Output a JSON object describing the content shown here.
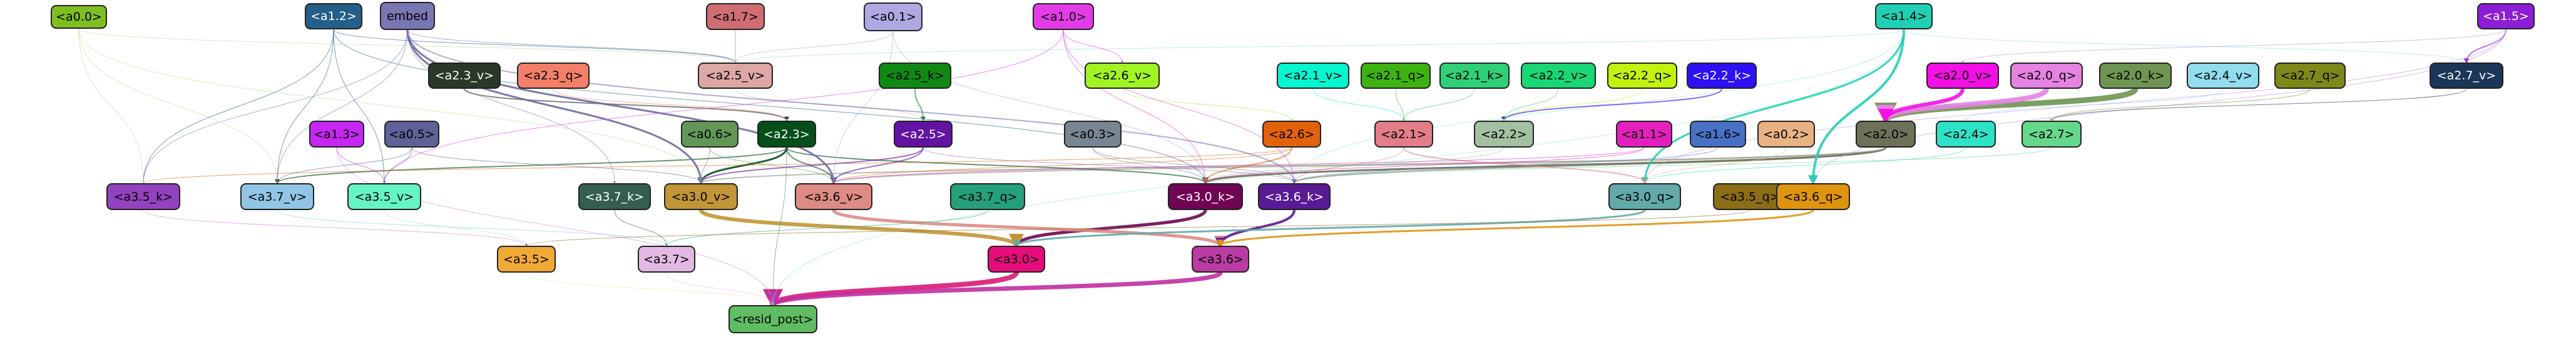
{
  "graph": {
    "nodes": [
      {
        "id": "a0_0",
        "label": "<a0.0>",
        "fill": "#7fbe1f",
        "text": "#000000"
      },
      {
        "id": "a1_2",
        "label": "<a1.2>",
        "fill": "#245e89",
        "text": "#ffffff"
      },
      {
        "id": "embed",
        "label": "embed",
        "fill": "#7a76b4",
        "text": "#000000"
      },
      {
        "id": "a1_7",
        "label": "<a1.7>",
        "fill": "#cf6d73",
        "text": "#000000"
      },
      {
        "id": "a0_1",
        "label": "<a0.1>",
        "fill": "#aea8e3",
        "text": "#000000"
      },
      {
        "id": "a1_0",
        "label": "<a1.0>",
        "fill": "#e33ce6",
        "text": "#000000"
      },
      {
        "id": "a1_4",
        "label": "<a1.4>",
        "fill": "#21d0b4",
        "text": "#000000"
      },
      {
        "id": "a1_5",
        "label": "<a1.5>",
        "fill": "#8d1ed5",
        "text": "#ffffff"
      },
      {
        "id": "a2_3_v",
        "label": "<a2.3_v>",
        "fill": "#2a3828",
        "text": "#ffffff"
      },
      {
        "id": "a2_3_q",
        "label": "<a2.3_q>",
        "fill": "#f47f69",
        "text": "#000000"
      },
      {
        "id": "a2_5_v",
        "label": "<a2.5_v>",
        "fill": "#dca7a4",
        "text": "#000000"
      },
      {
        "id": "a2_5_k",
        "label": "<a2.5_k>",
        "fill": "#108914",
        "text": "#000000"
      },
      {
        "id": "a2_6_v",
        "label": "<a2.6_v>",
        "fill": "#a1f423",
        "text": "#000000"
      },
      {
        "id": "a2_1_v",
        "label": "<a2.1_v>",
        "fill": "#05f6d1",
        "text": "#000000"
      },
      {
        "id": "a2_1_q",
        "label": "<a2.1_q>",
        "fill": "#3db312",
        "text": "#000000"
      },
      {
        "id": "a2_1_k",
        "label": "<a2.1_k>",
        "fill": "#2fd078",
        "text": "#000000"
      },
      {
        "id": "a2_2_v",
        "label": "<a2.2_v>",
        "fill": "#19d774",
        "text": "#000000"
      },
      {
        "id": "a2_2_q",
        "label": "<a2.2_q>",
        "fill": "#c2f20f",
        "text": "#000000"
      },
      {
        "id": "a2_2_k",
        "label": "<a2.2_k>",
        "fill": "#2d10f3",
        "text": "#ffffff"
      },
      {
        "id": "a2_0_v",
        "label": "<a2.0_v>",
        "fill": "#f30fe5",
        "text": "#000000"
      },
      {
        "id": "a2_0_q",
        "label": "<a2.0_q>",
        "fill": "#e682e2",
        "text": "#000000"
      },
      {
        "id": "a2_0_k",
        "label": "<a2.0_k>",
        "fill": "#6f9552",
        "text": "#000000"
      },
      {
        "id": "a2_4_v",
        "label": "<a2.4_v>",
        "fill": "#91ddee",
        "text": "#000000"
      },
      {
        "id": "a2_7_q",
        "label": "<a2.7_q>",
        "fill": "#7d8819",
        "text": "#000000"
      },
      {
        "id": "a2_7_v",
        "label": "<a2.7_v>",
        "fill": "#1b3656",
        "text": "#ffffff"
      },
      {
        "id": "a1_3",
        "label": "<a1.3>",
        "fill": "#c627f2",
        "text": "#000000"
      },
      {
        "id": "a0_5",
        "label": "<a0.5>",
        "fill": "#5f6298",
        "text": "#000000"
      },
      {
        "id": "a0_6",
        "label": "<a0.6>",
        "fill": "#629758",
        "text": "#000000"
      },
      {
        "id": "a2_3",
        "label": "<a2.3>",
        "fill": "#064f1b",
        "text": "#ffffff"
      },
      {
        "id": "a2_5",
        "label": "<a2.5>",
        "fill": "#6213a1",
        "text": "#ffffff"
      },
      {
        "id": "a0_3",
        "label": "<a0.3>",
        "fill": "#788592",
        "text": "#000000"
      },
      {
        "id": "a2_6",
        "label": "<a2.6>",
        "fill": "#e2620c",
        "text": "#000000"
      },
      {
        "id": "a2_1",
        "label": "<a2.1>",
        "fill": "#e47d8a",
        "text": "#000000"
      },
      {
        "id": "a2_2",
        "label": "<a2.2>",
        "fill": "#a3c0a1",
        "text": "#000000"
      },
      {
        "id": "a1_1",
        "label": "<a1.1>",
        "fill": "#e320bd",
        "text": "#000000"
      },
      {
        "id": "a1_6",
        "label": "<a1.6>",
        "fill": "#4870c5",
        "text": "#000000"
      },
      {
        "id": "a0_2",
        "label": "<a0.2>",
        "fill": "#e8b283",
        "text": "#000000"
      },
      {
        "id": "a2_0",
        "label": "<a2.0>",
        "fill": "#6c7158",
        "text": "#000000"
      },
      {
        "id": "a2_4",
        "label": "<a2.4>",
        "fill": "#2de2c6",
        "text": "#000000"
      },
      {
        "id": "a2_7",
        "label": "<a2.7>",
        "fill": "#66d88a",
        "text": "#000000"
      },
      {
        "id": "a3_5_k",
        "label": "<a3.5_k>",
        "fill": "#9342c0",
        "text": "#000000"
      },
      {
        "id": "a3_7_v",
        "label": "<a3.7_v>",
        "fill": "#91c5e6",
        "text": "#000000"
      },
      {
        "id": "a3_5_v",
        "label": "<a3.5_v>",
        "fill": "#65f4c3",
        "text": "#000000"
      },
      {
        "id": "a3_7_k",
        "label": "<a3.7_k>",
        "fill": "#345e52",
        "text": "#ffffff"
      },
      {
        "id": "a3_0_v",
        "label": "<a3.0_v>",
        "fill": "#c29536",
        "text": "#000000"
      },
      {
        "id": "a3_6_v",
        "label": "<a3.6_v>",
        "fill": "#de8a85",
        "text": "#000000"
      },
      {
        "id": "a3_7_q",
        "label": "<a3.7_q>",
        "fill": "#24a07a",
        "text": "#000000"
      },
      {
        "id": "a3_0_k",
        "label": "<a3.0_k>",
        "fill": "#6f0553",
        "text": "#ffffff"
      },
      {
        "id": "a3_6_k",
        "label": "<a3.6_k>",
        "fill": "#591a96",
        "text": "#ffffff"
      },
      {
        "id": "a3_0_q",
        "label": "<a3.0_q>",
        "fill": "#63a9a9",
        "text": "#000000"
      },
      {
        "id": "a3_5_q",
        "label": "<a3.5_q>",
        "fill": "#8a6d16",
        "text": "#000000"
      },
      {
        "id": "a3_6_q",
        "label": "<a3.6_q>",
        "fill": "#df940f",
        "text": "#000000"
      },
      {
        "id": "a3_5",
        "label": "<a3.5>",
        "fill": "#f1a935",
        "text": "#000000"
      },
      {
        "id": "a3_7",
        "label": "<a3.7>",
        "fill": "#e1b9e2",
        "text": "#000000"
      },
      {
        "id": "a3_0",
        "label": "<a3.0>",
        "fill": "#e50d7a",
        "text": "#000000"
      },
      {
        "id": "a3_6",
        "label": "<a3.6>",
        "fill": "#bb3ba4",
        "text": "#000000"
      },
      {
        "id": "resid_post",
        "label": "<resid_post>",
        "fill": "#5fbc62",
        "text": "#000000"
      }
    ],
    "edges": [
      {
        "from": "a3_0",
        "to": "resid_post",
        "color": "#d81a77",
        "weight": 8
      },
      {
        "from": "a3_6",
        "to": "resid_post",
        "color": "#c02fa2",
        "weight": 7
      },
      {
        "from": "a3_0_k",
        "to": "a3_0",
        "color": "#6f0553",
        "weight": 5
      },
      {
        "from": "a3_0_v",
        "to": "a3_0",
        "color": "#c29536",
        "weight": 6
      },
      {
        "from": "a3_6_v",
        "to": "a3_6",
        "color": "#de8a85",
        "weight": 5
      },
      {
        "from": "a3_6_k",
        "to": "a3_6",
        "color": "#591a96",
        "weight": 4
      },
      {
        "from": "a3_6_q",
        "to": "a3_6",
        "color": "#df940f",
        "weight": 3
      },
      {
        "from": "a3_0_q",
        "to": "a3_0",
        "color": "#63a9a9",
        "weight": 3
      },
      {
        "from": "a3_5",
        "to": "resid_post",
        "color": "#f1e1a0",
        "weight": 1
      },
      {
        "from": "a3_7",
        "to": "resid_post",
        "color": "#e1b9e2",
        "weight": 1
      },
      {
        "from": "a1_3",
        "to": "resid_post",
        "color": "#d58ae3",
        "weight": 1
      },
      {
        "from": "a2_3",
        "to": "resid_post",
        "color": "#4d8a5f",
        "weight": 1
      },
      {
        "from": "a1_4",
        "to": "resid_post",
        "color": "#8ee6d6",
        "weight": 1
      },
      {
        "from": "a3_5_k",
        "to": "a3_5",
        "color": "#c48ad8",
        "weight": 1
      },
      {
        "from": "a3_5_v",
        "to": "a3_5",
        "color": "#9ae8d0",
        "weight": 1
      },
      {
        "from": "a3_5_q",
        "to": "a3_5",
        "color": "#8a6d16",
        "weight": 1
      },
      {
        "from": "a3_7_k",
        "to": "a3_7",
        "color": "#345e52",
        "weight": 1
      },
      {
        "from": "a3_7_v",
        "to": "a3_7",
        "color": "#91c5e6",
        "weight": 1
      },
      {
        "from": "a3_7_q",
        "to": "a3_7",
        "color": "#24a07a",
        "weight": 1
      },
      {
        "from": "a2_0",
        "to": "a3_0_k",
        "color": "#6c7158",
        "weight": 3
      },
      {
        "from": "a2_0",
        "to": "a3_6_k",
        "color": "#6c7158",
        "weight": 2
      },
      {
        "from": "a2_0",
        "to": "a3_0_v",
        "color": "#8f937f",
        "weight": 2
      },
      {
        "from": "a2_0",
        "to": "a3_6_v",
        "color": "#8f937f",
        "weight": 2
      },
      {
        "from": "a2_0_k",
        "to": "a2_0",
        "color": "#6f9552",
        "weight": 9
      },
      {
        "from": "a2_0_q",
        "to": "a2_0",
        "color": "#e682e2",
        "weight": 8
      },
      {
        "from": "a2_0_v",
        "to": "a2_0",
        "color": "#f30fe5",
        "weight": 6
      },
      {
        "from": "a1_4",
        "to": "a3_6_q",
        "color": "#21d0b4",
        "weight": 4
      },
      {
        "from": "a1_4",
        "to": "a3_0_q",
        "color": "#21d0b4",
        "weight": 3
      },
      {
        "from": "a1_4",
        "to": "a2_5_v",
        "color": "#8ee6d6",
        "weight": 1
      },
      {
        "from": "a1_4",
        "to": "a2_7_v",
        "color": "#8ee6d6",
        "weight": 1
      },
      {
        "from": "a1_4",
        "to": "a3_6_k",
        "color": "#8ee6d6",
        "weight": 1
      },
      {
        "from": "a1_5",
        "to": "a2_7_v",
        "color": "#8d1ed5",
        "weight": 2
      },
      {
        "from": "a1_5",
        "to": "a3_6_q",
        "color": "#c08ce5",
        "weight": 1
      },
      {
        "from": "a1_5",
        "to": "a2_0_v",
        "color": "#c08ce5",
        "weight": 1
      },
      {
        "from": "a1_5",
        "to": "a3_0_q",
        "color": "#c08ce5",
        "weight": 1
      },
      {
        "from": "a2_7_v",
        "to": "a2_7",
        "color": "#1b3656",
        "weight": 1
      },
      {
        "from": "a2_7_q",
        "to": "a2_7",
        "color": "#7d8819",
        "weight": 1
      },
      {
        "from": "a2_7",
        "to": "a3_6_k",
        "color": "#66d88a",
        "weight": 1
      },
      {
        "from": "a2_4",
        "to": "a3_0_q",
        "color": "#2de2c6",
        "weight": 1
      },
      {
        "from": "a2_4_v",
        "to": "a2_4",
        "color": "#91ddee",
        "weight": 1
      },
      {
        "from": "a2_3",
        "to": "a3_0_v",
        "color": "#064f1b",
        "weight": 3
      },
      {
        "from": "a2_3",
        "to": "a3_6_v",
        "color": "#064f1b",
        "weight": 2
      },
      {
        "from": "a2_3",
        "to": "a3_7_v",
        "color": "#064f1b",
        "weight": 2
      },
      {
        "from": "a2_3",
        "to": "a3_0_k",
        "color": "#064f1b",
        "weight": 2
      },
      {
        "from": "a2_3_v",
        "to": "a2_3",
        "color": "#2a3828",
        "weight": 2
      },
      {
        "from": "a2_3_q",
        "to": "a2_3",
        "color": "#f47f69",
        "weight": 1
      },
      {
        "from": "a2_5",
        "to": "a3_6_v",
        "color": "#6213a1",
        "weight": 2
      },
      {
        "from": "a2_5",
        "to": "a3_0_v",
        "color": "#6213a1",
        "weight": 2
      },
      {
        "from": "a2_5",
        "to": "a3_6_k",
        "color": "#9a6ac0",
        "weight": 1
      },
      {
        "from": "a2_5_k",
        "to": "a2_5",
        "color": "#108914",
        "weight": 2
      },
      {
        "from": "a2_5_v",
        "to": "a2_5",
        "color": "#dca7a4",
        "weight": 1
      },
      {
        "from": "a2_6",
        "to": "a3_0_k",
        "color": "#e2620c",
        "weight": 2
      },
      {
        "from": "a2_6",
        "to": "a3_6_v",
        "color": "#e2620c",
        "weight": 1
      },
      {
        "from": "a2_6",
        "to": "a3_5_k",
        "color": "#e2620c",
        "weight": 1
      },
      {
        "from": "a2_6_v",
        "to": "a2_6",
        "color": "#a1f423",
        "weight": 1
      },
      {
        "from": "a2_1",
        "to": "a3_0_q",
        "color": "#e47d8a",
        "weight": 2
      },
      {
        "from": "a2_1",
        "to": "a3_6_k",
        "color": "#e47d8a",
        "weight": 1
      },
      {
        "from": "a2_1_v",
        "to": "a2_1",
        "color": "#05f6d1",
        "weight": 1
      },
      {
        "from": "a2_1_q",
        "to": "a2_1",
        "color": "#3db312",
        "weight": 1
      },
      {
        "from": "a2_1_k",
        "to": "a2_1",
        "color": "#2fd078",
        "weight": 1
      },
      {
        "from": "a2_2",
        "to": "a3_0_k",
        "color": "#a3c0a1",
        "weight": 1
      },
      {
        "from": "a2_2_k",
        "to": "a2_2",
        "color": "#2d10f3",
        "weight": 2
      },
      {
        "from": "a2_2_v",
        "to": "a2_2",
        "color": "#19d774",
        "weight": 1
      },
      {
        "from": "a2_2_q",
        "to": "a2_2",
        "color": "#c2f20f",
        "weight": 1
      },
      {
        "from": "embed",
        "to": "a3_0_v",
        "color": "#6b6ca0",
        "weight": 3
      },
      {
        "from": "embed",
        "to": "a3_6_v",
        "color": "#6b6ca0",
        "weight": 3
      },
      {
        "from": "embed",
        "to": "a3_6_k",
        "color": "#7a76b4",
        "weight": 2
      },
      {
        "from": "embed",
        "to": "a2_5_v",
        "color": "#7a76b4",
        "weight": 1
      },
      {
        "from": "embed",
        "to": "a3_7_v",
        "color": "#7a76b4",
        "weight": 1
      },
      {
        "from": "embed",
        "to": "a3_5_k",
        "color": "#7a76b4",
        "weight": 1
      },
      {
        "from": "embed",
        "to": "a3_7_k",
        "color": "#7a76b4",
        "weight": 1
      },
      {
        "from": "a1_2",
        "to": "a3_5_k",
        "color": "#245e89",
        "weight": 1
      },
      {
        "from": "a1_2",
        "to": "a3_7_v",
        "color": "#245e89",
        "weight": 1
      },
      {
        "from": "a1_2",
        "to": "a3_5_v",
        "color": "#245e89",
        "weight": 1
      },
      {
        "from": "a1_2",
        "to": "a2_5_v",
        "color": "#245e89",
        "weight": 1
      },
      {
        "from": "a1_2",
        "to": "a3_0_k",
        "color": "#245e89",
        "weight": 1
      },
      {
        "from": "a0_0",
        "to": "a3_5_k",
        "color": "#bfe08f",
        "weight": 1
      },
      {
        "from": "a0_0",
        "to": "a3_7_v",
        "color": "#bfe08f",
        "weight": 1
      },
      {
        "from": "a0_0",
        "to": "a2_5_v",
        "color": "#bfe08f",
        "weight": 1
      },
      {
        "from": "a0_0",
        "to": "a3_0_v",
        "color": "#bfe08f",
        "weight": 1
      },
      {
        "from": "a1_7",
        "to": "a2_5_v",
        "color": "#cf6d73",
        "weight": 1
      },
      {
        "from": "a0_1",
        "to": "a2_5_v",
        "color": "#aea8e3",
        "weight": 1
      },
      {
        "from": "a0_1",
        "to": "a3_6_v",
        "color": "#aea8e3",
        "weight": 1
      },
      {
        "from": "a0_1",
        "to": "a3_0_k",
        "color": "#aea8e3",
        "weight": 1
      },
      {
        "from": "a1_0",
        "to": "a2_6_v",
        "color": "#e33ce6",
        "weight": 1
      },
      {
        "from": "a1_0",
        "to": "a3_0_k",
        "color": "#e33ce6",
        "weight": 1
      },
      {
        "from": "a1_0",
        "to": "a3_5_v",
        "color": "#e33ce6",
        "weight": 1
      },
      {
        "from": "a1_0",
        "to": "a3_6_k",
        "color": "#e33ce6",
        "weight": 1
      },
      {
        "from": "a1_3",
        "to": "a3_5_v",
        "color": "#c627f2",
        "weight": 1
      },
      {
        "from": "a0_5",
        "to": "a3_7_v",
        "color": "#5f6298",
        "weight": 1
      },
      {
        "from": "a0_5",
        "to": "a3_5_v",
        "color": "#5f6298",
        "weight": 1
      },
      {
        "from": "a0_5",
        "to": "a3_0_v",
        "color": "#5f6298",
        "weight": 1
      },
      {
        "from": "a0_6",
        "to": "a3_0_v",
        "color": "#629758",
        "weight": 1
      },
      {
        "from": "a0_6",
        "to": "a3_6_v",
        "color": "#629758",
        "weight": 1
      },
      {
        "from": "a0_3",
        "to": "a3_0_k",
        "color": "#788592",
        "weight": 1
      },
      {
        "from": "a0_3",
        "to": "a3_6_k",
        "color": "#788592",
        "weight": 1
      },
      {
        "from": "a1_1",
        "to": "a3_6_v",
        "color": "#e320bd",
        "weight": 1
      },
      {
        "from": "a1_1",
        "to": "a3_0_k",
        "color": "#e320bd",
        "weight": 1
      },
      {
        "from": "a1_6",
        "to": "a3_6_k",
        "color": "#4870c5",
        "weight": 1
      },
      {
        "from": "a0_2",
        "to": "a3_0_q",
        "color": "#e8b283",
        "weight": 1
      }
    ]
  }
}
